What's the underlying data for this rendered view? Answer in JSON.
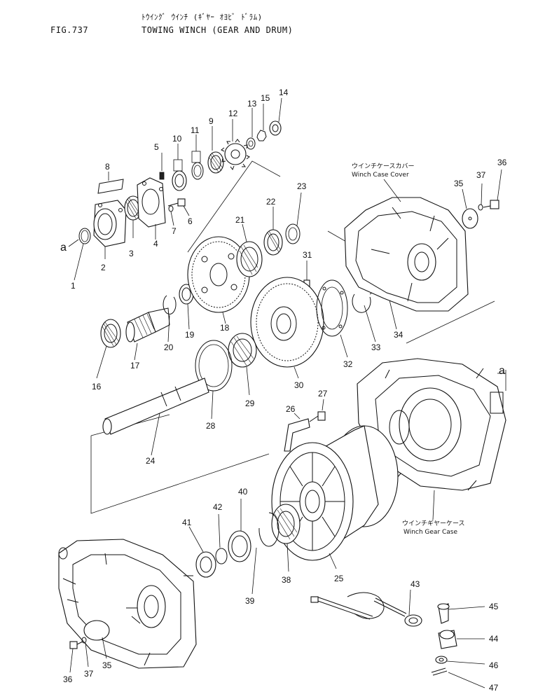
{
  "header": {
    "fig_label": "FIG.737",
    "title_katakana": "ﾄｳｲﾝｸﾞ ｳｲﾝﾁ (ｷﾞﾔｰ ｵﾖﾋﾞ ﾄﾞﾗﾑ)",
    "title": "TOWING WINCH (GEAR AND DRUM)"
  },
  "annotations": {
    "winch_case_cover_jp": "ウインチケースカバー",
    "winch_case_cover_en": "Winch Case Cover",
    "winch_gear_case_jp": "ウインチギヤーケース",
    "winch_gear_case_en": "Winch Gear Case",
    "ref_a": "a"
  },
  "parts": [
    "1",
    "2",
    "3",
    "4",
    "5",
    "6",
    "7",
    "8",
    "9",
    "10",
    "11",
    "12",
    "13",
    "14",
    "15",
    "16",
    "17",
    "18",
    "19",
    "20",
    "21",
    "22",
    "23",
    "24",
    "25",
    "26",
    "27",
    "28",
    "29",
    "30",
    "31",
    "32",
    "33",
    "34",
    "35",
    "36",
    "37",
    "38",
    "39",
    "40",
    "41",
    "42",
    "43",
    "44",
    "45",
    "46",
    "47"
  ],
  "repeat_labels": {
    "p35": "35",
    "p36": "36",
    "p37": "37"
  }
}
